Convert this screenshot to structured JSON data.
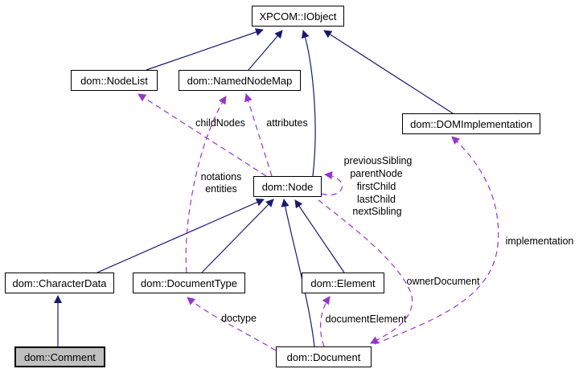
{
  "diagram": {
    "type": "class-collaboration-graph",
    "nodes": [
      {
        "id": "xpcom-iobject",
        "label": "XPCOM::IObject",
        "highlighted": false
      },
      {
        "id": "dom-nodelist",
        "label": "dom::NodeList",
        "highlighted": false
      },
      {
        "id": "dom-namednodemap",
        "label": "dom::NamedNodeMap",
        "highlighted": false
      },
      {
        "id": "dom-domimplementation",
        "label": "dom::DOMImplementation",
        "highlighted": false
      },
      {
        "id": "dom-node",
        "label": "dom::Node",
        "highlighted": false
      },
      {
        "id": "dom-characterdata",
        "label": "dom::CharacterData",
        "highlighted": false
      },
      {
        "id": "dom-documenttype",
        "label": "dom::DocumentType",
        "highlighted": false
      },
      {
        "id": "dom-element",
        "label": "dom::Element",
        "highlighted": false
      },
      {
        "id": "dom-comment",
        "label": "dom::Comment",
        "highlighted": true
      },
      {
        "id": "dom-document",
        "label": "dom::Document",
        "highlighted": false
      }
    ],
    "edge_labels": [
      {
        "text": "childNodes"
      },
      {
        "text": "attributes"
      },
      {
        "text": "notations"
      },
      {
        "text": "entities"
      },
      {
        "text": "previousSibling"
      },
      {
        "text": "parentNode"
      },
      {
        "text": "firstChild"
      },
      {
        "text": "lastChild"
      },
      {
        "text": "nextSibling"
      },
      {
        "text": "implementation"
      },
      {
        "text": "ownerDocument"
      },
      {
        "text": "doctype"
      },
      {
        "text": "documentElement"
      }
    ],
    "colors": {
      "inheritance_edge": "#191970",
      "usage_edge": "#9a32cd",
      "node_fill": "#ffffff",
      "node_border": "#000000",
      "highlighted_node_fill": "#bfbfbf",
      "text": "#000000",
      "background": "#ffffff"
    }
  }
}
